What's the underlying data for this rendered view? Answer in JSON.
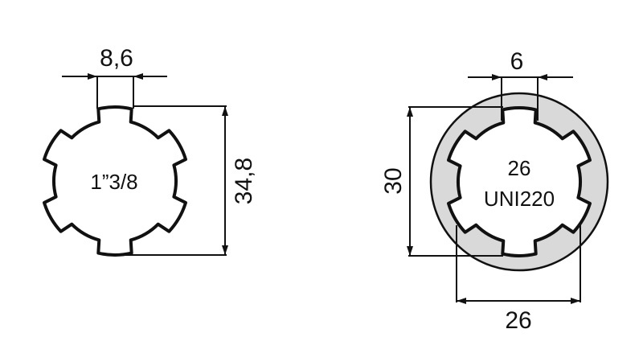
{
  "diagram": {
    "colors": {
      "stroke": "#111111",
      "ring_fill": "#d9d9d9",
      "background": "#ffffff"
    },
    "left_profile": {
      "name": "1\"3/8 spline shaft",
      "label": "1”3/8",
      "spline_count": 6,
      "dimensions": {
        "spline_width": "8,6",
        "outer_diameter": "34,8"
      }
    },
    "right_profile": {
      "name": "26 UNI220 spline with ring",
      "label_line1": "26",
      "label_line2": "UNI220",
      "spline_count": 6,
      "dimensions": {
        "spline_width": "6",
        "height": "30",
        "width": "26"
      }
    }
  }
}
